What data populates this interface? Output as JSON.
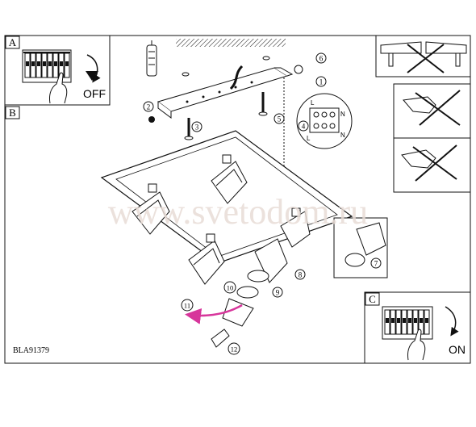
{
  "sections": {
    "a": {
      "letter": "A",
      "action": "OFF"
    },
    "b": {
      "letter": "B"
    },
    "c": {
      "letter": "C",
      "action": "ON"
    }
  },
  "terminal_labels": [
    "L",
    "N",
    "L",
    "N"
  ],
  "step_numbers": [
    "1",
    "2",
    "3",
    "4",
    "5",
    "6",
    "7",
    "8",
    "9",
    "10",
    "11",
    "12"
  ],
  "watermark": "www.svetodom.ru",
  "model_code": "BLA91379",
  "colors": {
    "line": "#111111",
    "watermark": "#e8dcd6",
    "arrow_magenta": "#d7359b"
  }
}
